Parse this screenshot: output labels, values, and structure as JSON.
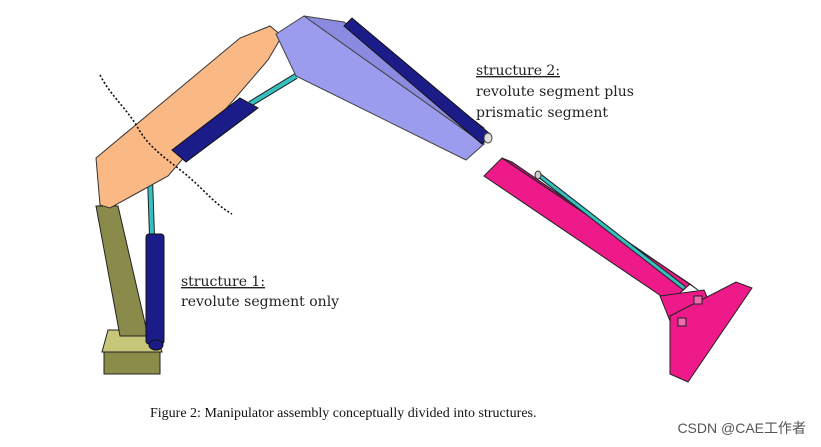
{
  "labels": {
    "structure1_title": "structure 1:",
    "structure1_desc": "revolute segment only",
    "structure2_title": "structure 2:",
    "structure2_line1": "revolute segment plus",
    "structure2_line2": "prismatic segment"
  },
  "caption": "Figure 2: Manipulator assembly conceptually divided into structures.",
  "watermark": "CSDN @CAE工作者",
  "colors": {
    "base": "#c2c27a",
    "column": "#8a8a4a",
    "boom1": "#f9b884",
    "boom2": "#9a9aec",
    "cylinder": "#1c1c88",
    "rod": "#35c0c0",
    "extension": "#ee1a8a",
    "outline": "#222222"
  }
}
